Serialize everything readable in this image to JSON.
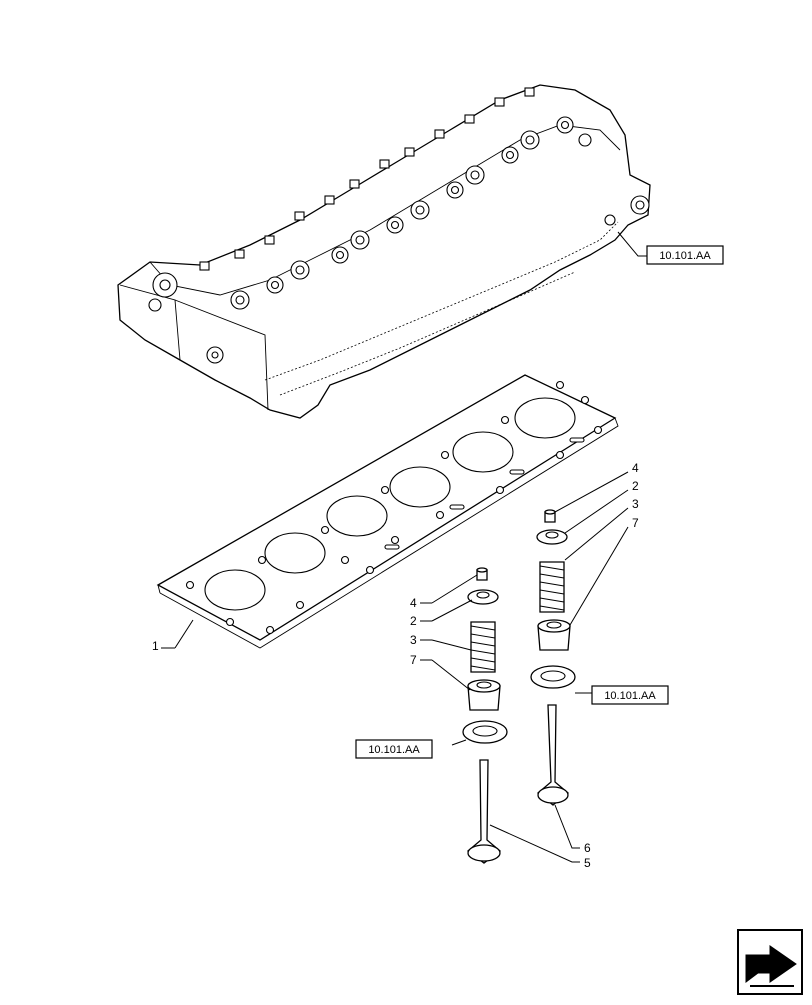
{
  "references": {
    "top": "10.101.AA",
    "right": "10.101.AA",
    "left": "10.101.AA"
  },
  "callouts": {
    "gasket": "1",
    "right_keeper": "4",
    "right_retainer": "2",
    "right_spring": "3",
    "right_seal": "7",
    "left_keeper": "4",
    "left_retainer": "2",
    "left_spring": "3",
    "left_seal": "7",
    "right_valve": "6",
    "left_valve": "5"
  },
  "icons": {
    "navigation": "next-page-arrow-icon"
  }
}
